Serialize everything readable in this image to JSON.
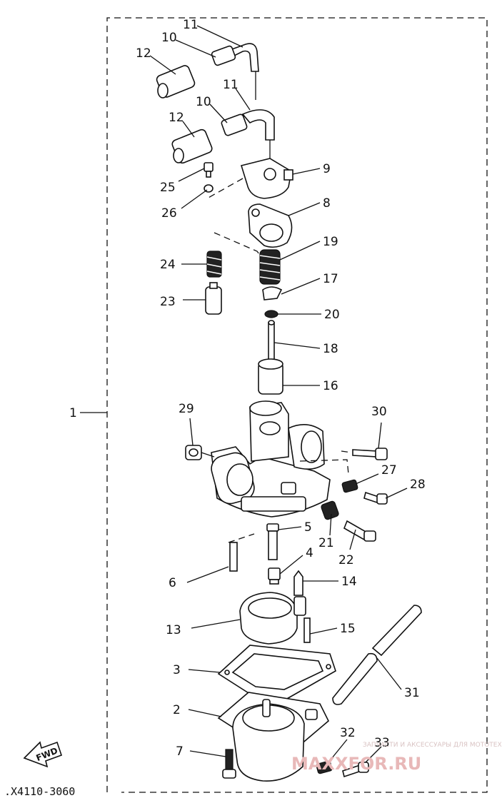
{
  "diagram": {
    "code": ".X4110-3060",
    "fwd": "FWD",
    "watermark_small": "ЗАПЧАСТИ И АКСЕССУАРЫ ДЛЯ МОТОТЕХНИКИ",
    "watermark_big": "MAXXFOR.RU",
    "labels": [
      "1",
      "2",
      "3",
      "4",
      "5",
      "6",
      "7",
      "8",
      "9",
      "10",
      "10",
      "11",
      "11",
      "12",
      "12",
      "13",
      "14",
      "15",
      "16",
      "17",
      "18",
      "19",
      "20",
      "21",
      "22",
      "23",
      "24",
      "25",
      "26",
      "27",
      "28",
      "29",
      "30",
      "31",
      "32",
      "33"
    ]
  }
}
